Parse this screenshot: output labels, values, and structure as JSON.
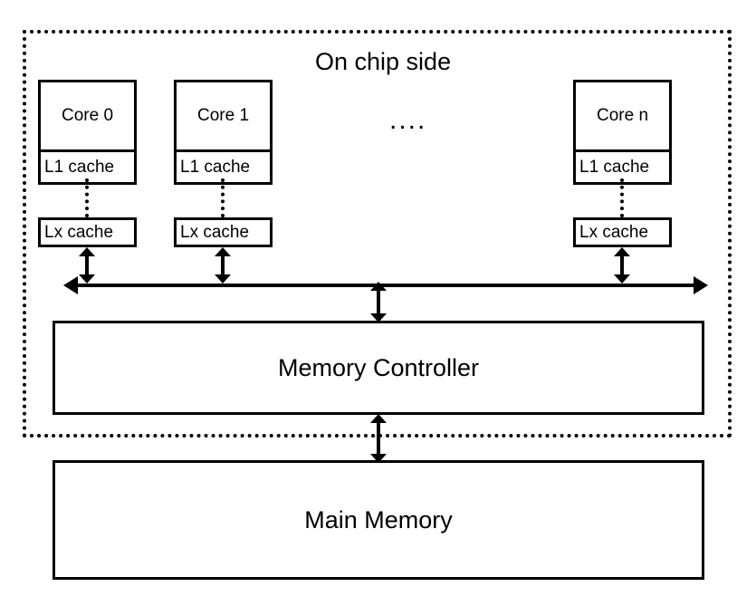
{
  "diagram": {
    "title": "On chip side",
    "ellipsis": "....",
    "cores": [
      {
        "name": "Core 0",
        "l1": "L1 cache",
        "lx": "Lx cache"
      },
      {
        "name": "Core 1",
        "l1": "L1 cache",
        "lx": "Lx cache"
      },
      {
        "name": "Core n",
        "l1": "L1 cache",
        "lx": "Lx cache"
      }
    ],
    "blocks": {
      "memory_controller": "Memory Controller",
      "main_memory": "Main Memory"
    },
    "colors": {
      "stroke": "#000000",
      "background": "#ffffff"
    }
  }
}
